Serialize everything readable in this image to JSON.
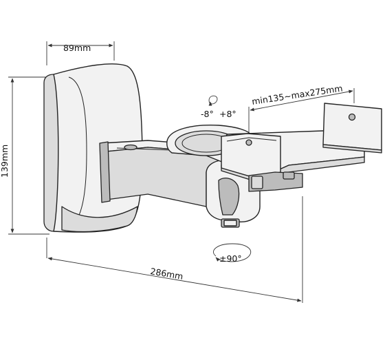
{
  "title": "",
  "dimensions": {
    "depth": "89mm",
    "height": "139mm",
    "length": "286mm",
    "clamp_range": "min135~max275mm"
  },
  "adjustments": {
    "tilt_minus": "-8°",
    "tilt_plus": "+8°",
    "swivel": "±90°"
  }
}
